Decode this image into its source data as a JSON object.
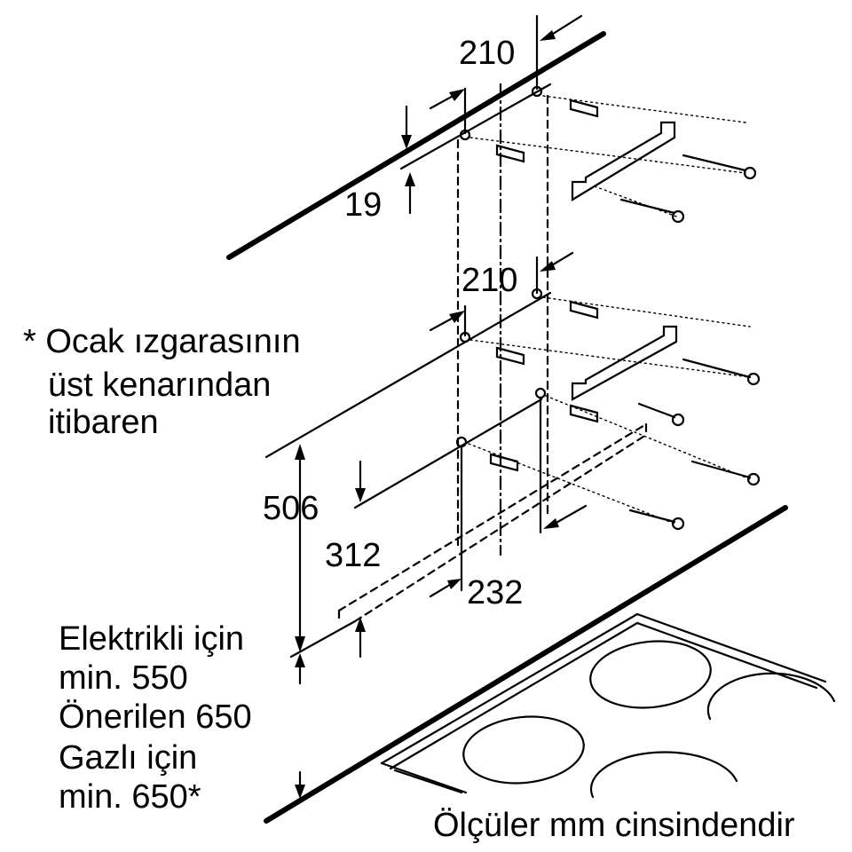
{
  "dimensions": {
    "top_spacing": "210",
    "top_offset": "19",
    "mid_spacing": "210",
    "height_506": "506",
    "depth_312": "312",
    "depth_232": "232"
  },
  "note": {
    "line1": "* Ocak ızgarasının",
    "line2": "üst kenarından",
    "line3": "itibaren"
  },
  "clearance": {
    "line1": "Elektrikli için",
    "line2": "min. 550",
    "line3": "Önerilen 650",
    "line4": "Gazlı için",
    "line5": "min. 650*"
  },
  "footer": "Ölçüler mm cinsindendir",
  "colors": {
    "ink": "#000000",
    "background": "#ffffff"
  }
}
